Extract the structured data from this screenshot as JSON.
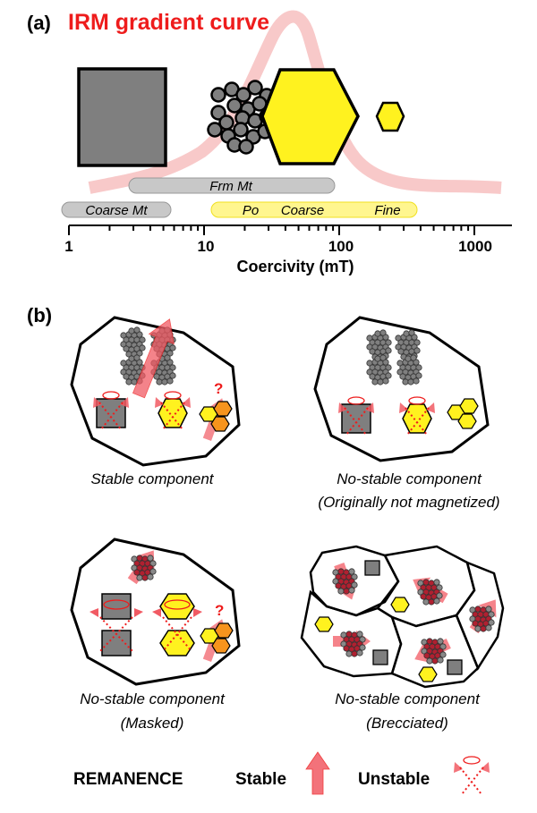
{
  "panel_a": {
    "label": "(a)",
    "title": "IRM gradient curve",
    "title_color": "#ee1c1c",
    "ranges": [
      {
        "name": "Frm Mt",
        "from_mT": 4,
        "to_mT": 110,
        "color": "gray"
      },
      {
        "name": "Coarse Mt",
        "from_mT": 1.1,
        "to_mT": 8,
        "color": "gray"
      },
      {
        "name": "Po",
        "from_mT": 19,
        "to_mT": 1000,
        "color": "yellow",
        "sublabels": [
          "Po",
          "Coarse",
          "Fine"
        ]
      }
    ],
    "axis": {
      "label": "Coercivity (mT)",
      "scale": "log",
      "range_mT": [
        1,
        1800
      ],
      "ticks": [
        "1",
        "10",
        "100",
        "1000"
      ]
    },
    "grains": [
      "coarse-magnetite-square",
      "fine-magnetite-cluster",
      "coarse-pyrrhotite-hexagon",
      "fine-pyrrhotite-hexagon"
    ]
  },
  "panel_b": {
    "label": "(b)",
    "cases": [
      {
        "caption": "Stable component",
        "sub": ""
      },
      {
        "caption": "No-stable component",
        "sub": "(Originally not magnetized)"
      },
      {
        "caption": "No-stable component",
        "sub": "(Masked)"
      },
      {
        "caption": "No-stable component",
        "sub": "(Brecciated)"
      }
    ],
    "question_mark": "?"
  },
  "legend": {
    "title": "REMANENCE",
    "stable": "Stable",
    "unstable": "Unstable"
  },
  "colors": {
    "magnetite": "#7f7f7f",
    "pyrrhotite": "#fff21f",
    "fine_po": "#f7941d",
    "remanence": "#f15a63",
    "curve": "#f7c3c3",
    "range_gray": "#c8c8c8",
    "range_yellow": "#fff68f"
  }
}
